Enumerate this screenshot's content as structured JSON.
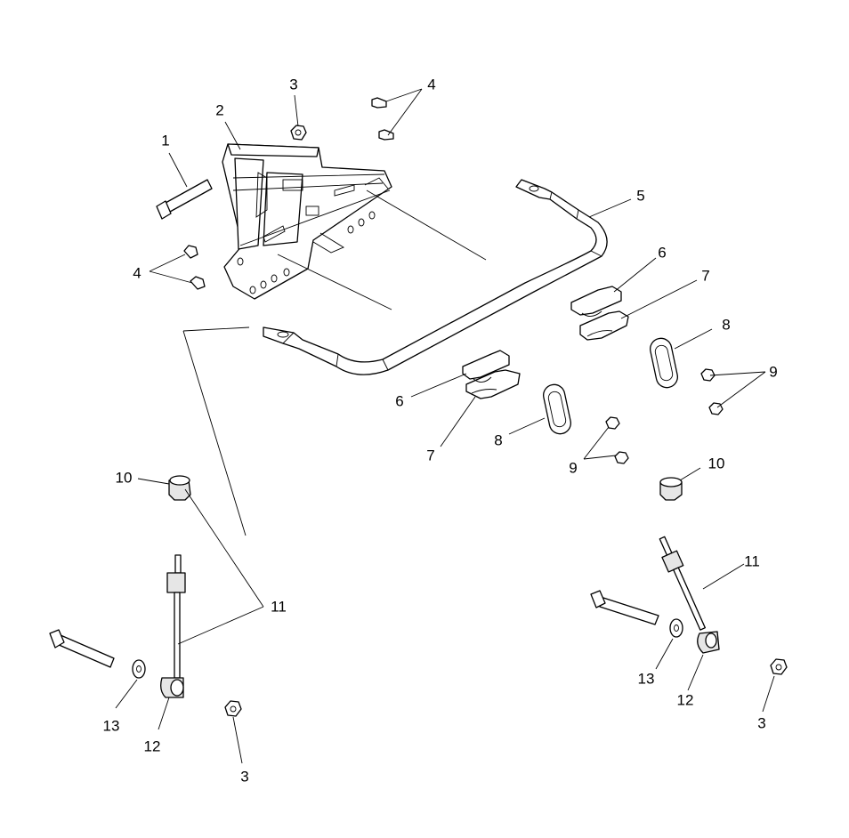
{
  "callouts": [
    {
      "id": "c1",
      "text": "1"
    },
    {
      "id": "c2",
      "text": "2"
    },
    {
      "id": "c3a",
      "text": "3"
    },
    {
      "id": "c4a",
      "text": "4"
    },
    {
      "id": "c4b",
      "text": "4"
    },
    {
      "id": "c5",
      "text": "5"
    },
    {
      "id": "c6a",
      "text": "6"
    },
    {
      "id": "c7a",
      "text": "7"
    },
    {
      "id": "c8a",
      "text": "8"
    },
    {
      "id": "c9a",
      "text": "9"
    },
    {
      "id": "c6b",
      "text": "6"
    },
    {
      "id": "c7b",
      "text": "7"
    },
    {
      "id": "c8b",
      "text": "8"
    },
    {
      "id": "c9b",
      "text": "9"
    },
    {
      "id": "c10a",
      "text": "10"
    },
    {
      "id": "c10b",
      "text": "10"
    },
    {
      "id": "c11a",
      "text": "11"
    },
    {
      "id": "c11b",
      "text": "11"
    },
    {
      "id": "c13a",
      "text": "13"
    },
    {
      "id": "c12a",
      "text": "12"
    },
    {
      "id": "c3b",
      "text": "3"
    },
    {
      "id": "c13b",
      "text": "13"
    },
    {
      "id": "c12b",
      "text": "12"
    },
    {
      "id": "c3c",
      "text": "3"
    }
  ]
}
